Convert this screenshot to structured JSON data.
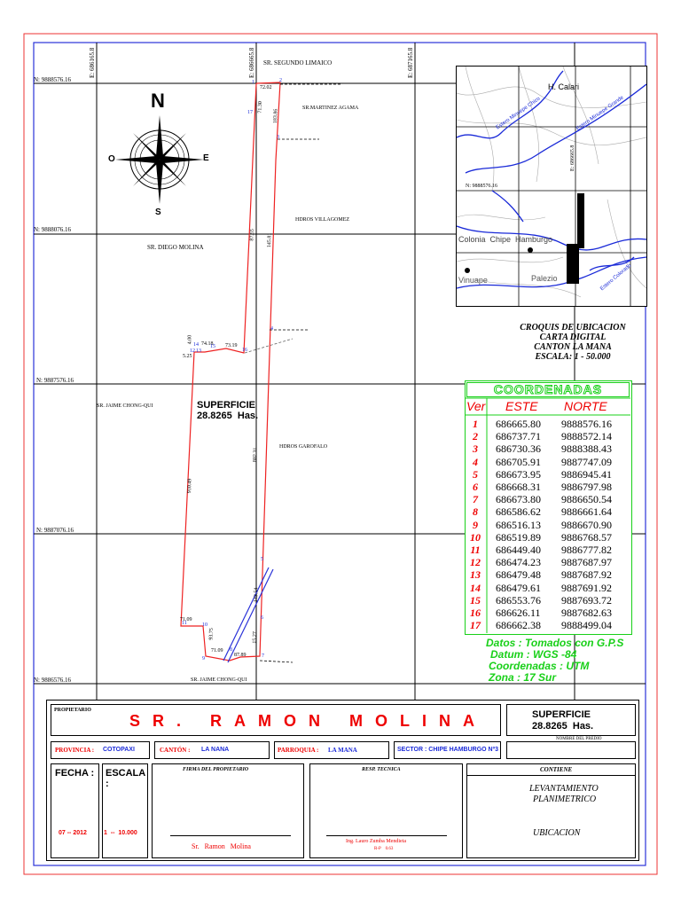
{
  "map": {
    "grid_north_labels": [
      "N: 9888576.16",
      "N: 9888076.16",
      "N: 9887576.16",
      "N: 9887076.16",
      "N: 9886576.16"
    ],
    "grid_east_labels": [
      "E: 686165.8",
      "E: 686665.8",
      "E: 687165.8"
    ],
    "north_arrow": {
      "n": "N",
      "s": "S",
      "e": "E",
      "w": "O"
    },
    "neighbors": {
      "segundo": "SR. SEGUNDO LIMAICO",
      "martinez": "SR.MARTINEZ AGAMA",
      "villagomez": "HDROS VILLAGOMEZ",
      "diego": "SR. DIEGO MOLINA",
      "jaime_top": "SR. JAIME CHONG-QUI",
      "garofalo": "HDROS GAROFALO",
      "jaime_bottom": "SR. JAIME CHONG-QUI"
    },
    "surface_label": "SUPERFICIE",
    "surface_value": "28.8265  Has.",
    "segment_labels": [
      "72.02",
      "71.30",
      "183.86",
      "87.55",
      "145.81",
      "4.00",
      "74.18",
      "73.19",
      "5.25",
      "910.49",
      "802.31",
      "71.09",
      "93.75",
      "71.09",
      "87.89",
      "143.54",
      "15.27"
    ],
    "vertex_labels": [
      "1",
      "2",
      "3",
      "4",
      "5",
      "6",
      "7",
      "8",
      "9",
      "10",
      "11",
      "12",
      "13",
      "14",
      "15",
      "16",
      "17"
    ]
  },
  "location_map": {
    "labels": {
      "calari": "H. Calari",
      "estero_chico": "Estero Minuepe Chico",
      "estero_grande": "Estero Minuepe Grande",
      "colonia": "Colonia  Chipe  Hamburgo",
      "minuepe": "Vinuape",
      "palezio": "Palezio",
      "colorado": "Estero Colorado",
      "e_label": "E: 686665.8",
      "n_label": "N: 9888576.16"
    },
    "caption": [
      "CROQUIS DE UBICACION",
      "CARTA DIGITAL",
      "CANTON LA MANA",
      "ESCALA: 1 - 50.000"
    ]
  },
  "coordinates": {
    "title": "COORDENADAS",
    "headers": {
      "vertex": "Ver",
      "este": "ESTE",
      "norte": "NORTE"
    },
    "rows": [
      {
        "v": "1",
        "este": "686665.80",
        "norte": "9888576.16"
      },
      {
        "v": "2",
        "este": "686737.71",
        "norte": "9888572.14"
      },
      {
        "v": "3",
        "este": "686730.36",
        "norte": "9888388.43"
      },
      {
        "v": "4",
        "este": "686705.91",
        "norte": "9887747.09"
      },
      {
        "v": "5",
        "este": "686673.95",
        "norte": "9886945.41"
      },
      {
        "v": "6",
        "este": "686668.31",
        "norte": "9886797.98"
      },
      {
        "v": "7",
        "este": "686673.80",
        "norte": "9886650.54"
      },
      {
        "v": "8",
        "este": "686586.62",
        "norte": "9886661.64"
      },
      {
        "v": "9",
        "este": "686516.13",
        "norte": "9886670.90"
      },
      {
        "v": "10",
        "este": "686519.89",
        "norte": "9886768.57"
      },
      {
        "v": "11",
        "este": "686449.40",
        "norte": "9886777.82"
      },
      {
        "v": "12",
        "este": "686474.23",
        "norte": "9887687.97"
      },
      {
        "v": "13",
        "este": "686479.48",
        "norte": "9887687.92"
      },
      {
        "v": "14",
        "este": "686479.61",
        "norte": "9887691.92"
      },
      {
        "v": "15",
        "este": "686553.76",
        "norte": "9887693.72"
      },
      {
        "v": "16",
        "este": "686626.11",
        "norte": "9887682.63"
      },
      {
        "v": "17",
        "este": "686662.38",
        "norte": "9888499.04"
      }
    ],
    "notes": [
      "Datos : Tomados con G.P.S",
      "Datum : WGS -84",
      "Coordenadas : UTM",
      "Zona : 17 Sur"
    ]
  },
  "title_block": {
    "propietario_label": "PROPIETARIO",
    "propietario_name": "SR. RAMON MOLINA",
    "superficie_label": "SUPERFICIE",
    "superficie_value": "28.8265  Has.",
    "nombre_predio_label": "NOMBRE DEL PREDIO",
    "provincia_label": "PROVINCIA :",
    "provincia_value": "COTOPAXI",
    "canton_label": "CANTÓN :",
    "canton_value": "LA NANA",
    "parroquia_label": "PARROQUIA :",
    "parroquia_value": "LA MANA",
    "sector_label": "SECTOR : CHIPE HAMBURGO Nº3",
    "fecha_label": "FECHA :",
    "fecha_value": "07 -- 2012",
    "escala_label": "ESCALA :",
    "escala_value": "1  --  10.000",
    "firma_label": "FIRMA DEL PROPIETARIO",
    "firma_name": "Sr.   Ramon   Molina",
    "resp_label": "RESP. TECNICA",
    "resp_name": "Ing. Lauro Zumba Mendieta",
    "resp_reg": "R-P    0.63",
    "contiene_label": "CONTIENE",
    "contiene_1": "LEVANTAMIENTO",
    "contiene_2": "PLANIMETRICO",
    "contiene_3": "UBICACION"
  }
}
